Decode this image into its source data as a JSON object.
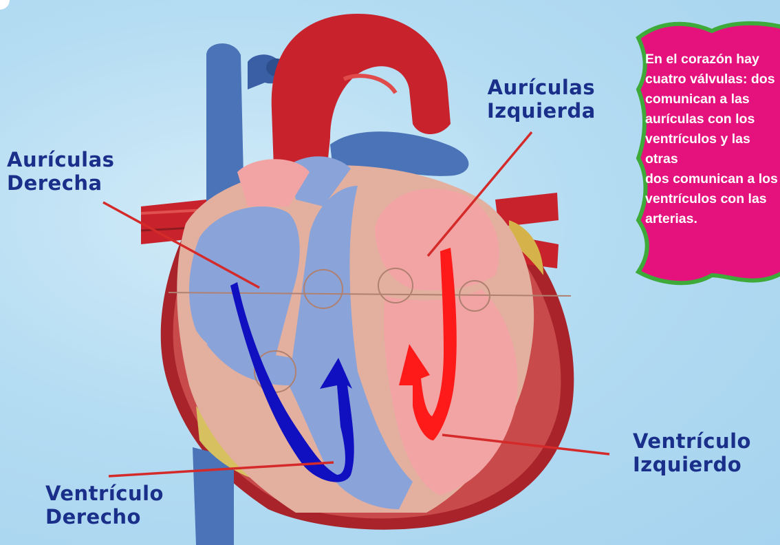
{
  "labels": {
    "auricula_izquierda": [
      "Aurículas",
      "Izquierda"
    ],
    "auricula_derecha": [
      "Aurículas",
      "Derecha"
    ],
    "ventriculo_izquierdo": [
      "Ventrículo",
      "Izquierdo"
    ],
    "ventriculo_derecho": [
      "Ventrículo",
      "Derecho"
    ]
  },
  "note": {
    "text": "En el corazón hay\ncuatro válvulas: dos\ncomunican a las\naurículas con los\nventrículos y las otras\ndos comunican a los\nventrículos con las\narterias."
  },
  "colors": {
    "label_text": "#1a2f8a",
    "pointer_line": "#d42a2a",
    "note_background": "#e5127d",
    "note_border": "#3daa3a",
    "artery_red": "#c8232c",
    "vein_blue": "#4a73b8",
    "deoxygenated_chamber": "#8aa3d8",
    "oxygenated_chamber": "#f2a4a4",
    "blood_flow_blue": "#1010c0",
    "blood_flow_red": "#ff1a1a"
  }
}
